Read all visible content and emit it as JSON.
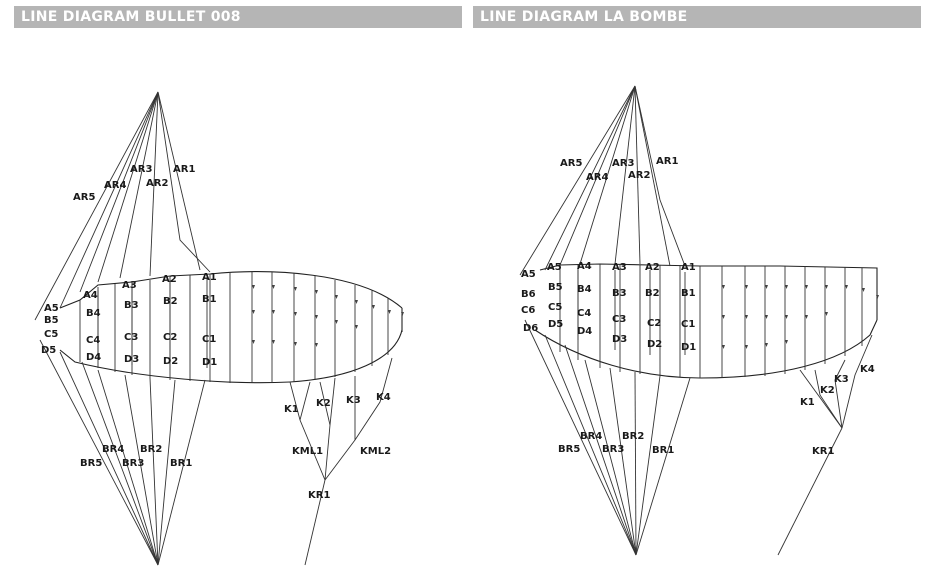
{
  "headers": {
    "left": "LINE DIAGRAM BULLET 008",
    "right": "LINE DIAGRAM LA BOMBE"
  },
  "left_diagram": {
    "riser_labels": [
      "AR3",
      "AR1",
      "AR4",
      "AR2",
      "AR5"
    ],
    "a_labels": [
      "A5",
      "A4",
      "A3",
      "A2",
      "A1"
    ],
    "b_labels": [
      "B5",
      "B4",
      "B3",
      "B2",
      "B1"
    ],
    "c_labels": [
      "C5",
      "C4",
      "C3",
      "C2",
      "C1"
    ],
    "d_labels": [
      "D5",
      "D4",
      "D3",
      "D2",
      "D1"
    ],
    "br_labels": [
      "BR4",
      "BR2",
      "BR5",
      "BR3",
      "BR1"
    ],
    "k_labels": [
      "K1",
      "K2",
      "K3",
      "K4"
    ],
    "kml_labels": [
      "KML1",
      "KML2"
    ],
    "kr_label": "KR1"
  },
  "right_diagram": {
    "riser_labels": [
      "AR5",
      "AR3",
      "AR1",
      "AR4",
      "AR2"
    ],
    "a_labels": [
      "A5",
      "A5",
      "A4",
      "A3",
      "A2",
      "A1"
    ],
    "b_labels": [
      "B6",
      "B5",
      "B4",
      "B3",
      "B2",
      "B1"
    ],
    "c_labels": [
      "C6",
      "C5",
      "C4",
      "C3",
      "C2",
      "C1"
    ],
    "d_labels": [
      "D6",
      "D5",
      "D4",
      "D3",
      "D2",
      "D1"
    ],
    "br_labels": [
      "BR4",
      "BR2",
      "BR5",
      "BR3",
      "BR1"
    ],
    "k_labels": [
      "K4",
      "K3",
      "K2",
      "K1"
    ],
    "kr_label": "KR1"
  }
}
